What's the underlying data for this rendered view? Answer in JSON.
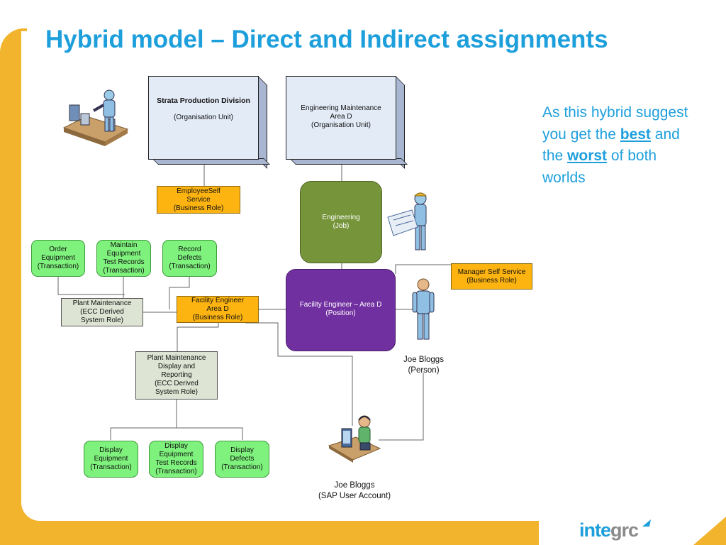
{
  "title": "Hybrid model – Direct and Indirect assignments",
  "side_text": {
    "part1": "As this hybrid suggest you get the ",
    "best": "best",
    "part2": " and the ",
    "worst": "worst",
    "part3": " of both worlds"
  },
  "nodes": {
    "strata": {
      "name": "Strata Production Division",
      "type": "(Organisation Unit)"
    },
    "engineering_maintenance": {
      "line1": "Engineering Maintenance",
      "line2": "Area D",
      "line3": "(Organisation Unit)"
    },
    "ess": {
      "line1": "EmployeeSelf",
      "line2": "Service",
      "line3": "(Business Role)"
    },
    "engineering_job": {
      "line1": "Engineering",
      "line2": "(Job)"
    },
    "manager_ss": {
      "line1": "Manager Self Service",
      "line2": "(Business Role)"
    },
    "facility_position": {
      "line1": "Facility Engineer – Area D",
      "line2": "(Position)"
    },
    "order_equipment": {
      "line1": "Order",
      "line2": "Equipment",
      "line3": "(Transaction)"
    },
    "maintain_equipment": {
      "line1": "Maintain",
      "line2": "Equipment",
      "line3": "Test Records",
      "line4": "(Transaction)"
    },
    "record_defects": {
      "line1": "Record",
      "line2": "Defects",
      "line3": "(Transaction)"
    },
    "plant_maintenance": {
      "line1": "Plant Maintenance",
      "line2": "(ECC Derived",
      "line3": "System Role)"
    },
    "facility_role": {
      "line1": "Facility Engineer",
      "line2": "Area D",
      "line3": "(Business Role)"
    },
    "pm_display": {
      "line1": "Plant Maintenance",
      "line2": "Display and",
      "line3": "Reporting",
      "line4": "(ECC Derived",
      "line5": "System Role)"
    },
    "display_equipment": {
      "line1": "Display",
      "line2": "Equipment",
      "line3": "(Transaction)"
    },
    "display_test_records": {
      "line1": "Display",
      "line2": "Equipment",
      "line3": "Test Records",
      "line4": "(Transaction)"
    },
    "display_defects": {
      "line1": "Display",
      "line2": "Defects",
      "line3": "(Transaction)"
    }
  },
  "person": {
    "line1": "Joe Bloggs",
    "line2": "(Person)"
  },
  "user_account": {
    "line1": "Joe Bloggs",
    "line2": "(SAP User Account)"
  },
  "logo": {
    "part1": "inte",
    "part2": "grc"
  },
  "colors": {
    "accent": "#1d9fdc",
    "frame": "#f2b32d",
    "transaction": "#7ef27c",
    "business_role": "#fdb411",
    "system_role": "#dde4d3",
    "job": "#76953b",
    "position": "#7130a0",
    "org_unit": "#e3ebf7"
  },
  "icons": [
    "factory-worker-icon",
    "engineer-blueprint-icon",
    "person-icon",
    "computer-user-icon",
    "logo-arrow-icon"
  ]
}
